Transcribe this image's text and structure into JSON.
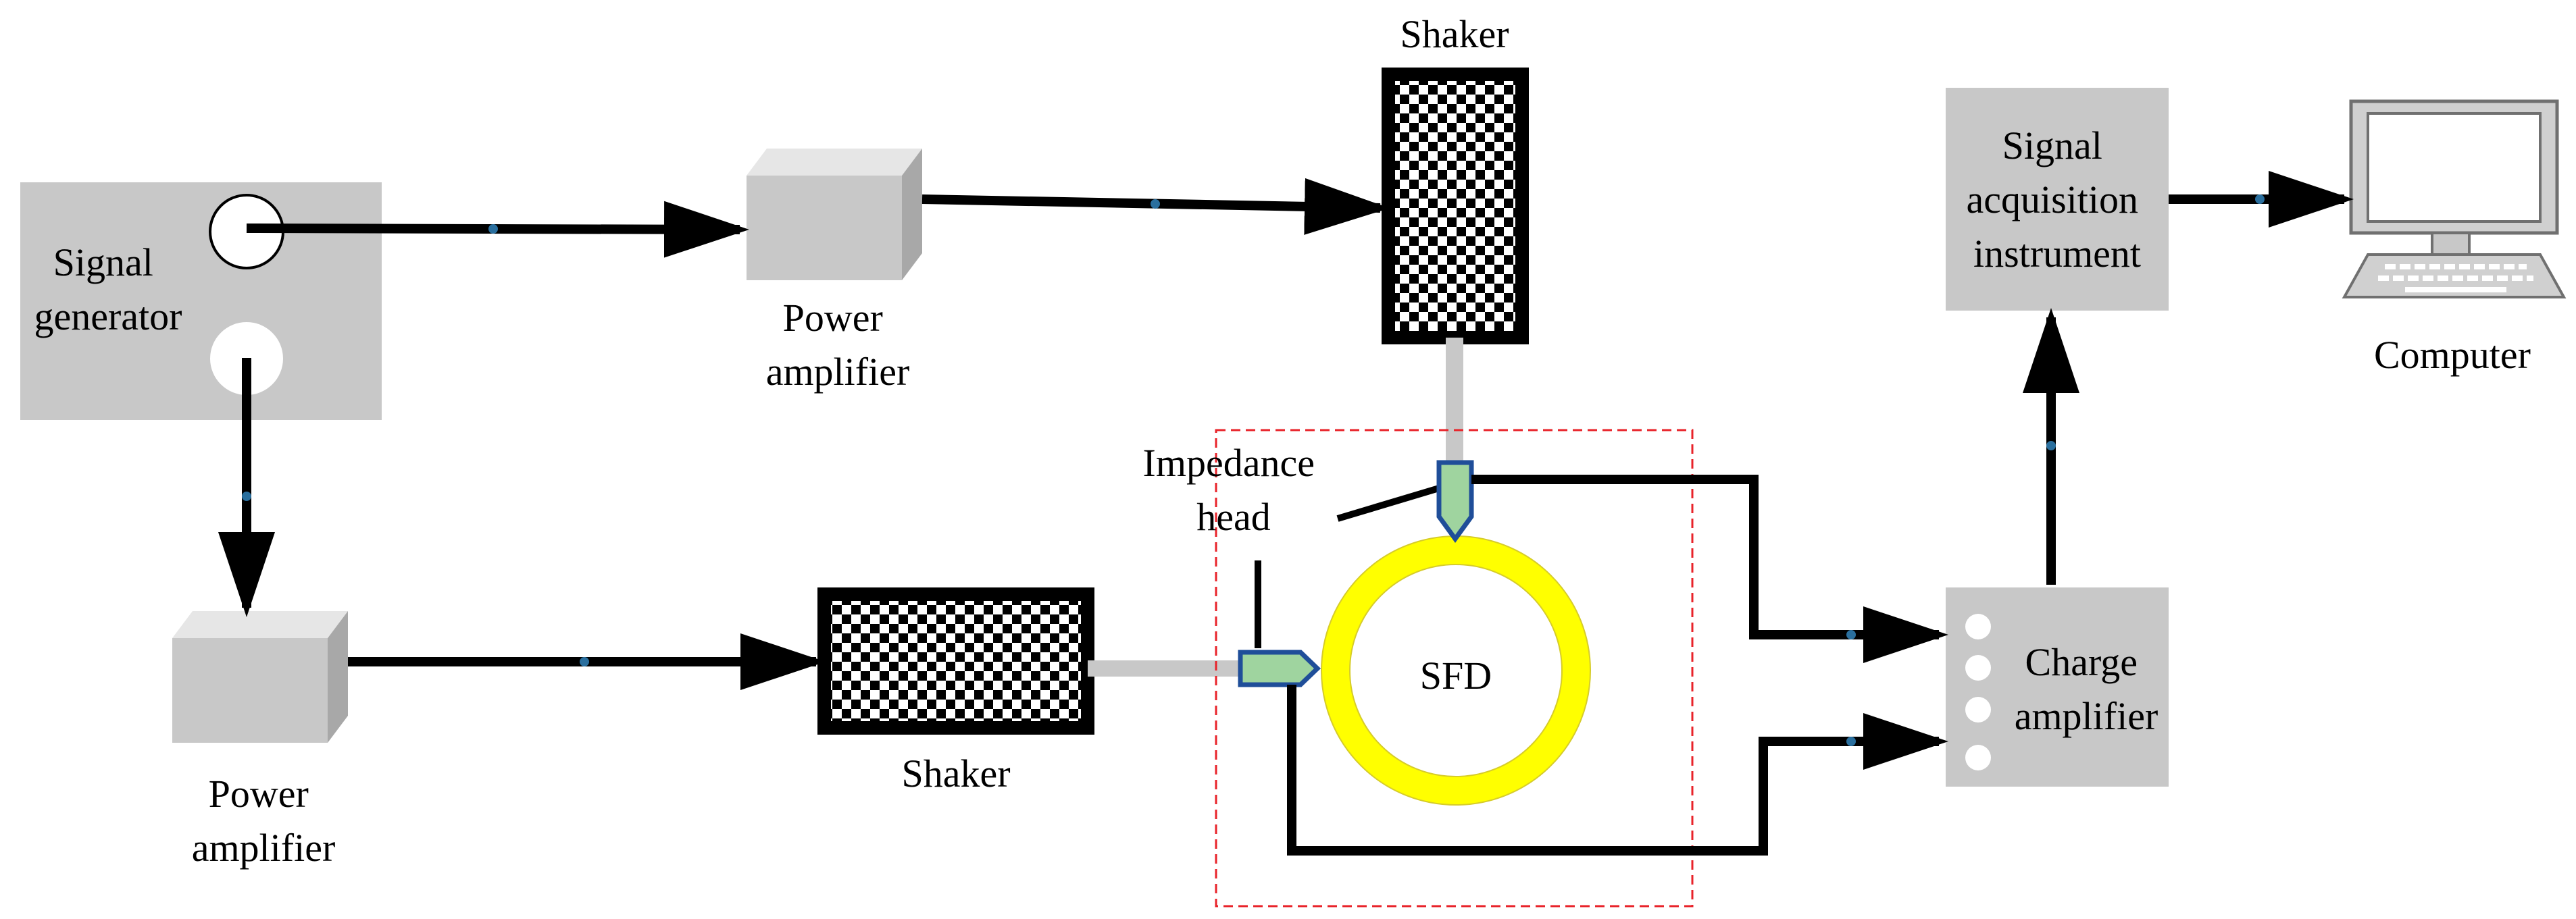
{
  "labels": {
    "signal_generator": [
      "Signal",
      "generator"
    ],
    "power_amplifier": [
      "Power",
      "amplifier"
    ],
    "shaker": "Shaker",
    "impedance_head": [
      "Impedance",
      "head"
    ],
    "sfd": "SFD",
    "signal_acquisition": [
      "Signal",
      "acquisition",
      "instrument"
    ],
    "charge_amplifier": [
      "Charge",
      "amplifier"
    ],
    "computer": "Computer"
  },
  "colors": {
    "box_gray": "#c8c8c8",
    "sfd_ring": "#ffff00",
    "sensor_fill": "#9fd49f",
    "sensor_stroke": "#1f4e99",
    "enclosure_dash": "#e8232a",
    "wire": "#000000"
  },
  "icons": {
    "checker": "checkerboard-pattern",
    "arrow": "arrowhead-icon",
    "computer": "desktop-computer-icon"
  }
}
